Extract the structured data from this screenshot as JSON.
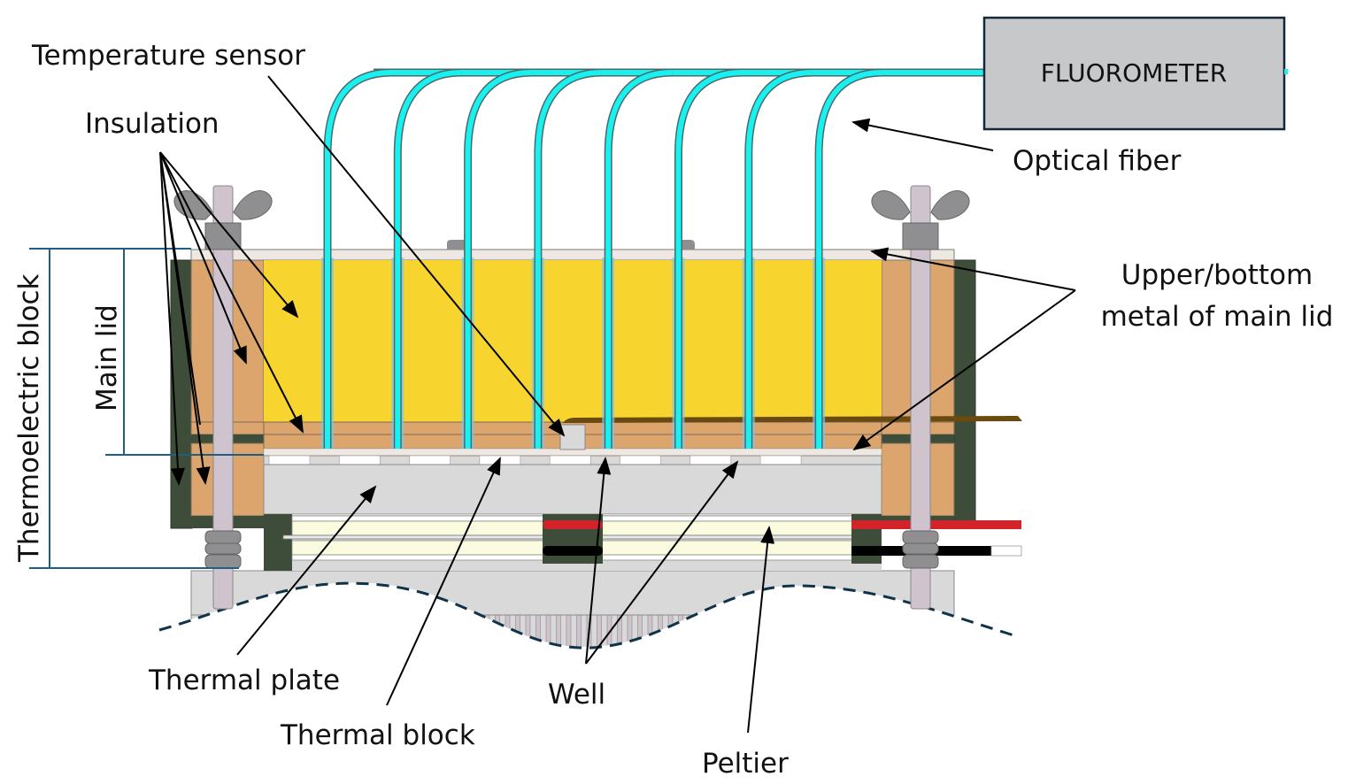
{
  "figure": {
    "title": "Thermoelectric block cross-section with fluorometer optical fibers",
    "labels": {
      "temperature_sensor": "Temperature sensor",
      "insulation": "Insulation",
      "fluorometer": "FLUOROMETER",
      "optical_fiber": "Optical fiber",
      "upper_bottom_line1": "Upper/bottom",
      "upper_bottom_line2": "metal of main lid",
      "thermoelectric_block": "Thermoelectric block",
      "main_lid": "Main lid",
      "thermal_plate": "Thermal plate",
      "thermal_block": "Thermal block",
      "well": "Well",
      "peltier": "Peltier"
    },
    "fiber_count": 8,
    "well_count": 8,
    "colors": {
      "fiber": "#19f0f0",
      "insulation_foam": "#f7d52e",
      "insulation_cork": "#dca56e",
      "frame": "#3d4d3a",
      "metal": "#d9d9d9",
      "lid_metal": "#efe8e2",
      "bolt": "#cfc3ce",
      "wing_nut": "#8f8f91",
      "peltier": "#fbfbe0",
      "wire_red": "#d2232a",
      "wire_black": "#000000",
      "sensor_wire": "#6b4a10",
      "dimension_line": "#1f5f86",
      "fluorometer_box": "#c7c8ca",
      "break_line": "#0f3349"
    }
  }
}
